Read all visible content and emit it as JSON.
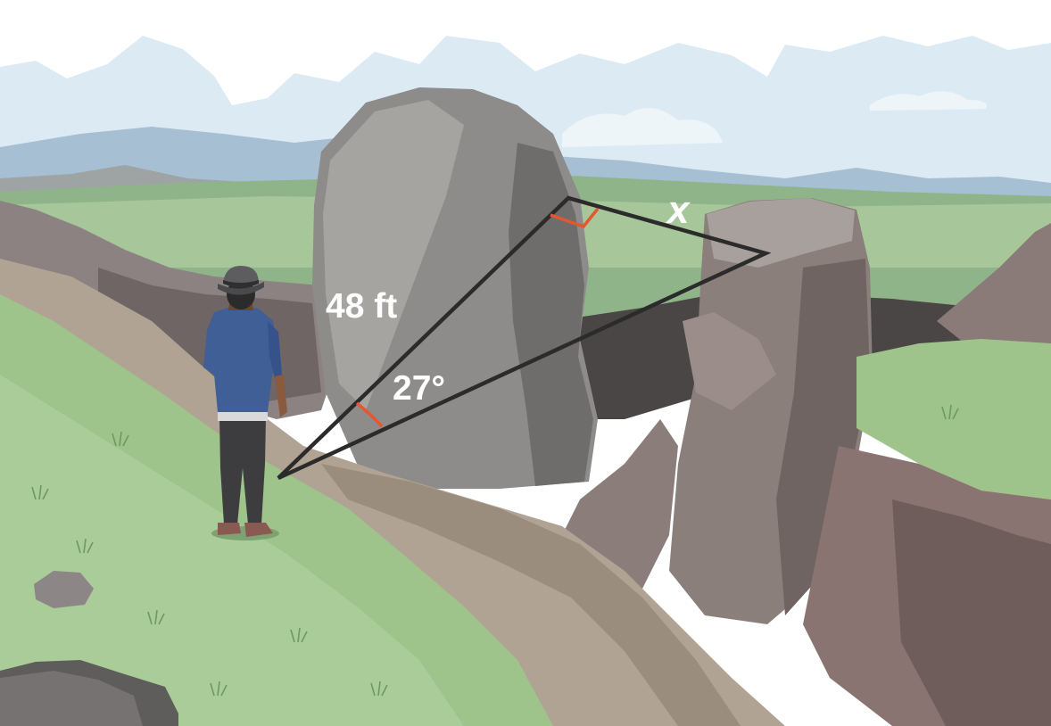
{
  "diagram": {
    "hypotenuse_label": "48 ft",
    "angle_label": "27°",
    "unknown_label": "x",
    "colors": {
      "triangle_stroke": "#2b2b2b",
      "angle_mark": "#e4572e",
      "label_text": "#ffffff",
      "sky": "#dcebf3",
      "grass": "#9ec48b",
      "rock": "#8c8a88",
      "path": "#b0a393"
    }
  }
}
